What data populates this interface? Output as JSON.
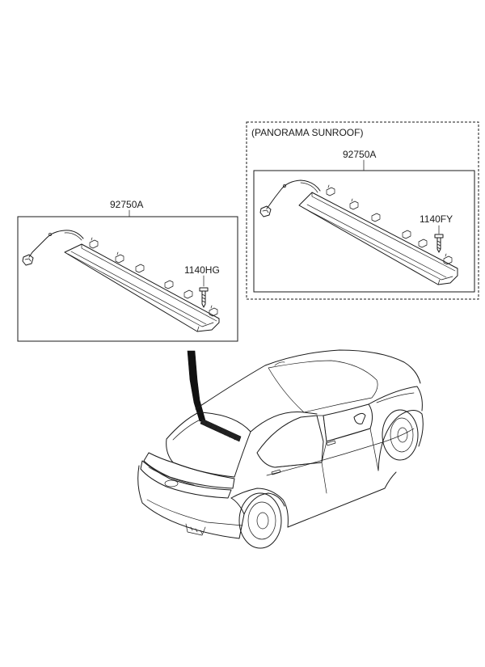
{
  "labels": {
    "left_part_number": "92750A",
    "left_screw_number": "1140HG",
    "group_title": "(PANORAMA SUNROOF)",
    "right_part_number": "92750A",
    "right_screw_number": "1140FY"
  }
}
